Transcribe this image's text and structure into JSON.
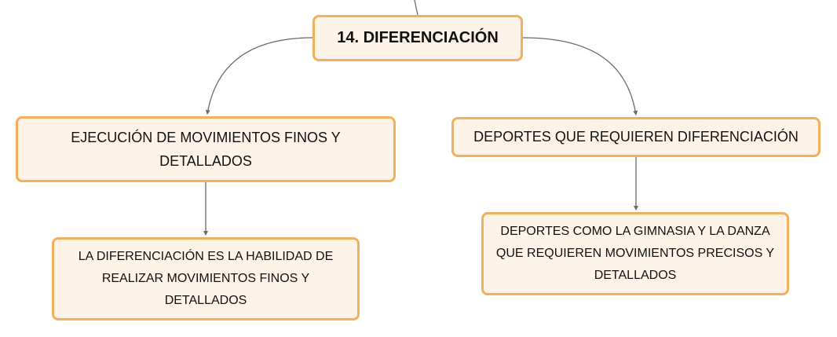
{
  "diagram": {
    "root": {
      "label": "14. DIFERENCIACIÓN"
    },
    "left_branch": {
      "label": "EJECUCIÓN DE MOVIMIENTOS FINOS Y DETALLADOS",
      "child": {
        "label": "LA DIFERENCIACIÓN ES LA HABILIDAD DE REALIZAR MOVIMIENTOS FINOS Y DETALLADOS"
      }
    },
    "right_branch": {
      "label": "DEPORTES QUE REQUIEREN DIFERENCIACIÓN",
      "child": {
        "label": "DEPORTES COMO LA GIMNASIA Y LA DANZA QUE REQUIEREN MOVIMIENTOS PRECISOS Y DETALLADOS"
      }
    },
    "colors": {
      "node_fill": "#fdf3e7",
      "node_border": "#f2b05e",
      "connector": "#6a6a6a",
      "text": "#111111"
    }
  }
}
